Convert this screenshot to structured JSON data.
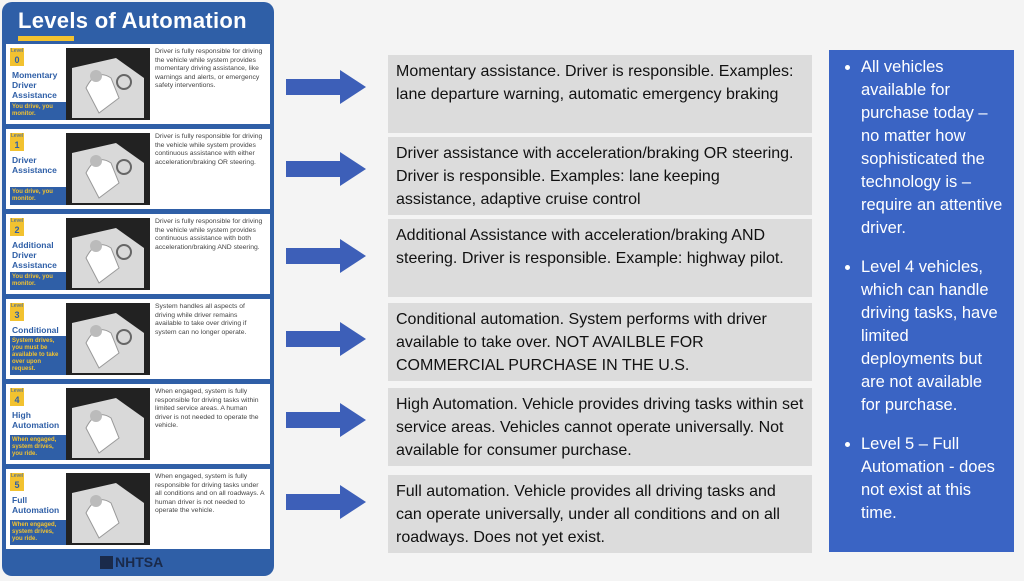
{
  "infographic": {
    "title": "Levels of Automation",
    "level_word": "Level",
    "brand": "NHTSA",
    "levels": [
      {
        "num": "0",
        "name": "Momentary Driver Assistance",
        "tag": "You drive, you monitor.",
        "desc": "Driver is fully responsible for driving the vehicle while system provides momentary driving assistance, like warnings and alerts, or emergency safety interventions."
      },
      {
        "num": "1",
        "name": "Driver Assistance",
        "tag": "You drive, you monitor.",
        "desc": "Driver is fully responsible for driving the vehicle while system provides continuous assistance with either acceleration/braking OR steering."
      },
      {
        "num": "2",
        "name": "Additional Driver Assistance",
        "tag": "You drive, you monitor.",
        "desc": "Driver is fully responsible for driving the vehicle while system provides continuous assistance with both acceleration/braking AND steering."
      },
      {
        "num": "3",
        "name": "Conditional Automation",
        "tag": "System drives, you must be available to take over upon request.",
        "desc": "System handles all aspects of driving while driver remains available to take over driving if system can no longer operate."
      },
      {
        "num": "4",
        "name": "High Automation",
        "tag": "When engaged, system drives, you ride.",
        "desc": "When engaged, system is fully responsible for driving tasks within limited service areas. A human driver is not needed to operate the vehicle."
      },
      {
        "num": "5",
        "name": "Full Automation",
        "tag": "When engaged, system drives, you ride.",
        "desc": "When engaged, system is fully responsible for driving tasks under all conditions and on all roadways. A human driver is not needed to operate the vehicle."
      }
    ]
  },
  "summaries": [
    "Momentary assistance. Driver is responsible. Examples: lane departure warning, automatic emergency braking",
    "Driver assistance with acceleration/braking OR steering. Driver is responsible. Examples: lane keeping assistance, adaptive cruise control",
    "Additional Assistance with acceleration/braking AND steering. Driver is responsible. Example: highway pilot.",
    "Conditional automation. System performs with driver available to take over. NOT AVAILBLE FOR COMMERCIAL PURCHASE IN THE U.S.",
    "High Automation. Vehicle provides driving tasks within set service areas. Vehicles cannot operate universally. Not available for consumer purchase.",
    "Full automation. Vehicle provides all driving tasks and can operate universally, under all conditions and on all roadways.  Does not yet exist."
  ],
  "notes": [
    "All vehicles available for purchase today – no matter how sophisticated the technology is – require an attentive driver.",
    "Level 4 vehicles, which can handle driving tasks, have limited deployments but are not available for purchase.",
    "Level 5 – Full Automation - does not exist at this time."
  ],
  "colors": {
    "infographic_blue": "#2f5fa7",
    "accent_yellow": "#f2c230",
    "arrow_blue": "#3d5fb8",
    "notes_blue": "#3a64c4",
    "box_gray": "#dcdcdc"
  }
}
